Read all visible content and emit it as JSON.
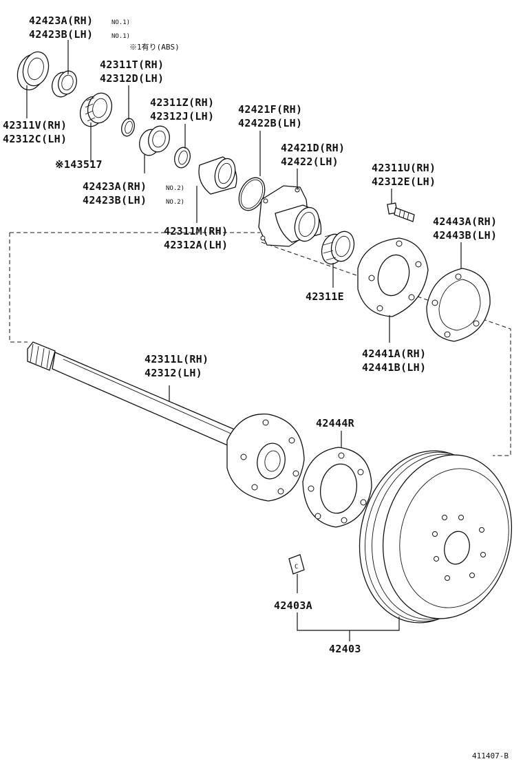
{
  "note": "※1有り(ABS)",
  "figure_id": "411407-B",
  "labels": {
    "l42423a_top": "42423A(RH)",
    "l42423a_top_sfx": "NO.1)",
    "l42423b_top": "42423B(LH)",
    "l42423b_top_sfx": "NO.1)",
    "l42311t": "42311T(RH)",
    "l42312d": "42312D(LH)",
    "l42311z": "42311Z(RH)",
    "l42312j": "42312J(LH)",
    "l42421f": "42421F(RH)",
    "l42422b": "42422B(LH)",
    "l42311v": "42311V(RH)",
    "l42312c": "42312C(LH)",
    "l143517": "※143517",
    "l42423a_mid": "42423A(RH)",
    "l42423a_mid_sfx": "NO.2)",
    "l42423b_mid": "42423B(LH)",
    "l42423b_mid_sfx": "NO.2)",
    "l42421d": "42421D(RH)",
    "l42422": "42422(LH)",
    "l42311u": "42311U(RH)",
    "l42312e": "42312E(LH)",
    "l42311m": "42311M(RH)",
    "l42312a": "42312A(LH)",
    "l42443a": "42443A(RH)",
    "l42443b": "42443B(LH)",
    "l42311e": "42311E",
    "l42441a": "42441A(RH)",
    "l42441b": "42441B(LH)",
    "l42311l": "42311L(RH)",
    "l42312": "42312(LH)",
    "l42444r": "42444R",
    "l42403a": "42403A",
    "l42403": "42403"
  }
}
